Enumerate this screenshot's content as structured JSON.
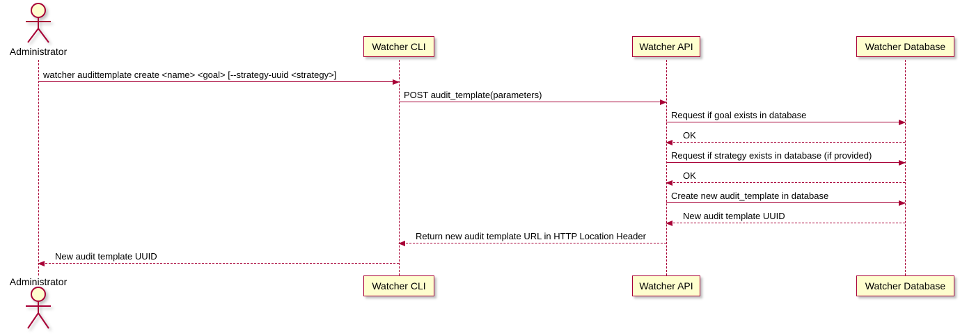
{
  "diagram": {
    "type": "sequence",
    "colors": {
      "border": "#A80036",
      "fill": "#FEFECE",
      "arrow": "#A80036",
      "text": "#000000",
      "background": "#FFFFFF"
    },
    "actor": {
      "label": "Administrator"
    },
    "participants": [
      {
        "label": "Watcher CLI"
      },
      {
        "label": "Watcher API"
      },
      {
        "label": "Watcher Database"
      }
    ],
    "messages": [
      {
        "from": "Administrator",
        "to": "Watcher CLI",
        "style": "solid",
        "label": "watcher audittemplate create <name> <goal> [--strategy-uuid <strategy>]"
      },
      {
        "from": "Watcher CLI",
        "to": "Watcher API",
        "style": "solid",
        "label": "POST audit_template(parameters)"
      },
      {
        "from": "Watcher API",
        "to": "Watcher Database",
        "style": "solid",
        "label": "Request if goal exists in database"
      },
      {
        "from": "Watcher Database",
        "to": "Watcher API",
        "style": "dashed",
        "label": "OK"
      },
      {
        "from": "Watcher API",
        "to": "Watcher Database",
        "style": "solid",
        "label": "Request if strategy exists in database (if provided)"
      },
      {
        "from": "Watcher Database",
        "to": "Watcher API",
        "style": "dashed",
        "label": "OK"
      },
      {
        "from": "Watcher API",
        "to": "Watcher Database",
        "style": "solid",
        "label": "Create new audit_template in database"
      },
      {
        "from": "Watcher Database",
        "to": "Watcher API",
        "style": "dashed",
        "label": "New audit template UUID"
      },
      {
        "from": "Watcher API",
        "to": "Watcher CLI",
        "style": "dashed",
        "label": "Return new audit template URL in HTTP Location Header"
      },
      {
        "from": "Watcher CLI",
        "to": "Administrator",
        "style": "dashed",
        "label": "New audit template UUID"
      }
    ]
  }
}
